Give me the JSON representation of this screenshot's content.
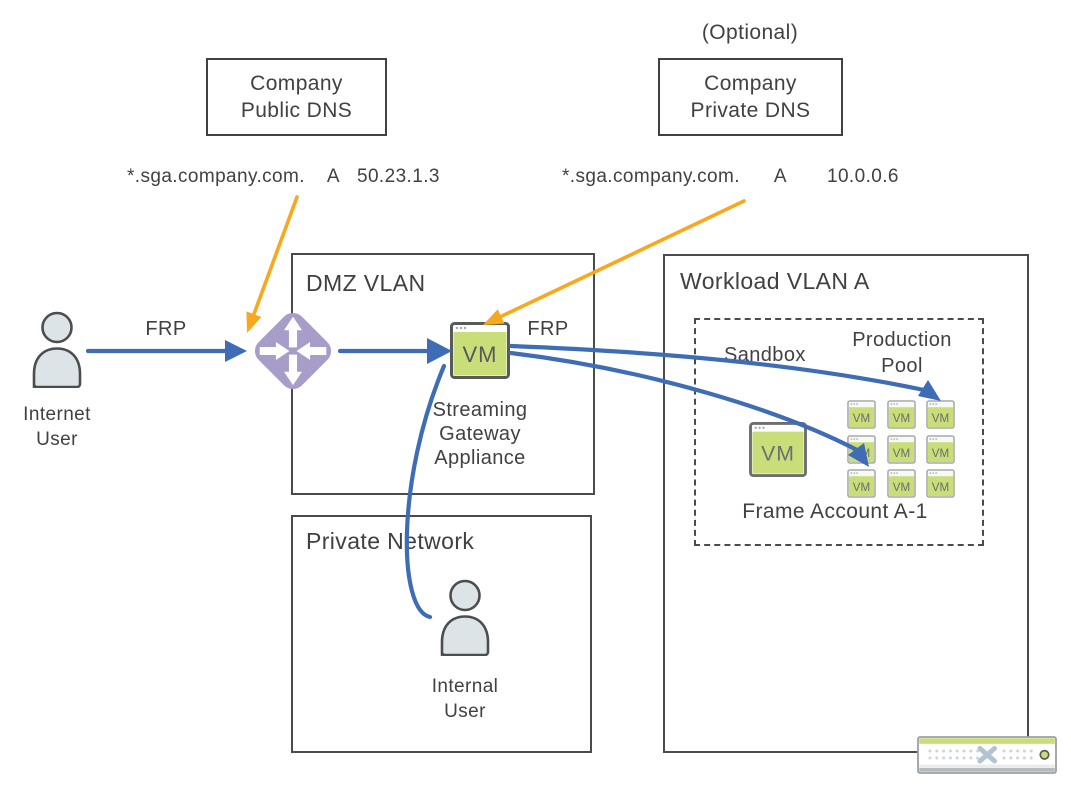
{
  "colors": {
    "arrow_blue": "#3e6db5",
    "arrow_orange": "#f8a81c",
    "router_purple": "#a89dc8",
    "vm_green": "#c9dd79",
    "line_dark": "#4a4b4d",
    "text_dark": "#414042"
  },
  "optional_label": "(Optional)",
  "public_dns": {
    "line1": "Company",
    "line2": "Public DNS",
    "record": {
      "name": "*.sga.company.com.",
      "type": "A",
      "value": "50.23.1.3"
    }
  },
  "private_dns": {
    "line1": "Company",
    "line2": "Private DNS",
    "record": {
      "name": "*.sga.company.com.",
      "type": "A",
      "value": "10.0.0.6"
    }
  },
  "internet_user": {
    "line1": "Internet",
    "line2": "User"
  },
  "frp_left": "FRP",
  "frp_right": "FRP",
  "dmz": {
    "title": "DMZ VLAN",
    "appliance_line1": "Streaming",
    "appliance_line2": "Gateway",
    "appliance_line3": "Appliance"
  },
  "private_network": {
    "title": "Private Network",
    "user_line1": "Internal",
    "user_line2": "User"
  },
  "workload": {
    "title": "Workload VLAN A",
    "sandbox_label": "Sandbox",
    "pool_line1": "Production",
    "pool_line2": "Pool",
    "account_label": "Frame Account A-1"
  },
  "vm_text": "VM"
}
